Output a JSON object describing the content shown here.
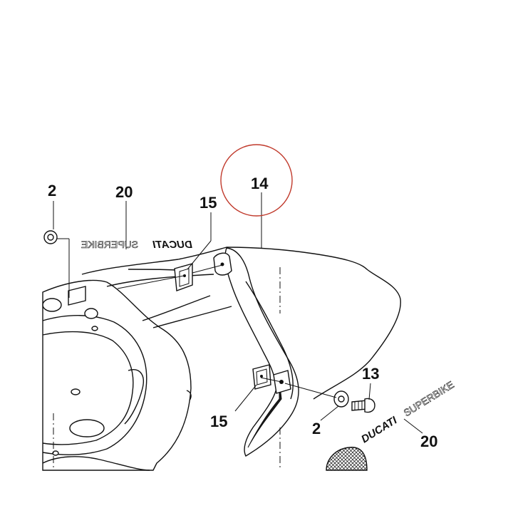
{
  "callouts": {
    "c2_left": "2",
    "c20_left": "20",
    "c15_upper": "15",
    "c14": "14",
    "c13": "13",
    "c15_lower": "15",
    "c2_right": "2",
    "c20_right": "20"
  },
  "decals": {
    "left": {
      "brand": "DUCATI",
      "model": "SUPERBIKE"
    },
    "right": {
      "brand": "DUCATI",
      "model": "SUPERBIKE"
    }
  },
  "highlight": {
    "part": "14",
    "color": "#c0392b"
  }
}
